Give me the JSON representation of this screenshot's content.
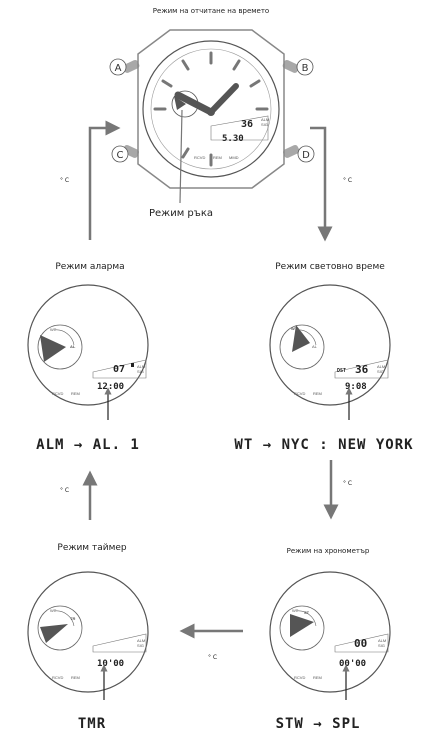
{
  "top_title": "Режим на отчитане на времето",
  "buttons": {
    "a": "A",
    "b": "B",
    "c": "C",
    "d": "D"
  },
  "hand_mode_label": "Режим ръка",
  "unit_label": "° C",
  "main_watch": {
    "day": "36",
    "time": "5.30",
    "marks_right": [
      "ALM",
      "SIG"
    ],
    "marks_bottom": [
      "RCVD",
      "REM",
      "MMD"
    ]
  },
  "modes": {
    "alarm": {
      "title": "Режим аларма",
      "lcd_top": "07",
      "lcd_bottom": "12:00",
      "marks_right": [
        "ALM",
        "SIG"
      ],
      "marks_bottom": [
        "RCVD",
        "REM"
      ],
      "code": "ALM → AL. 1"
    },
    "world_time": {
      "title": "Режим световно време",
      "badge": "DST",
      "lcd_top": "36",
      "lcd_bottom": "9:08",
      "marks_right": [
        "ALM",
        "SIG"
      ],
      "marks_bottom": [
        "RCVD",
        "REM"
      ],
      "code": "WT → NYC : NEW  YORK"
    },
    "timer": {
      "title": "Режим таймер",
      "lcd_bottom": "10'00",
      "marks_right": [
        "ALM",
        "SIG"
      ],
      "marks_bottom": [
        "RCVD",
        "REM"
      ],
      "code": "TMR"
    },
    "stopwatch": {
      "title": "Режим на хронометър",
      "lcd_top": "00",
      "lcd_bottom": "00'00",
      "marks_right": [
        "ALM",
        "SIG"
      ],
      "marks_bottom": [
        "RCVD",
        "REM"
      ],
      "code": "STW → SPL"
    }
  },
  "dial_marks": [
    "WT",
    "ST",
    "AL",
    "TR",
    "L",
    "R",
    "M"
  ],
  "colors": {
    "line": "#555555",
    "button": "#a8a8a8",
    "arrow": "#777777",
    "hand": "#555555"
  }
}
